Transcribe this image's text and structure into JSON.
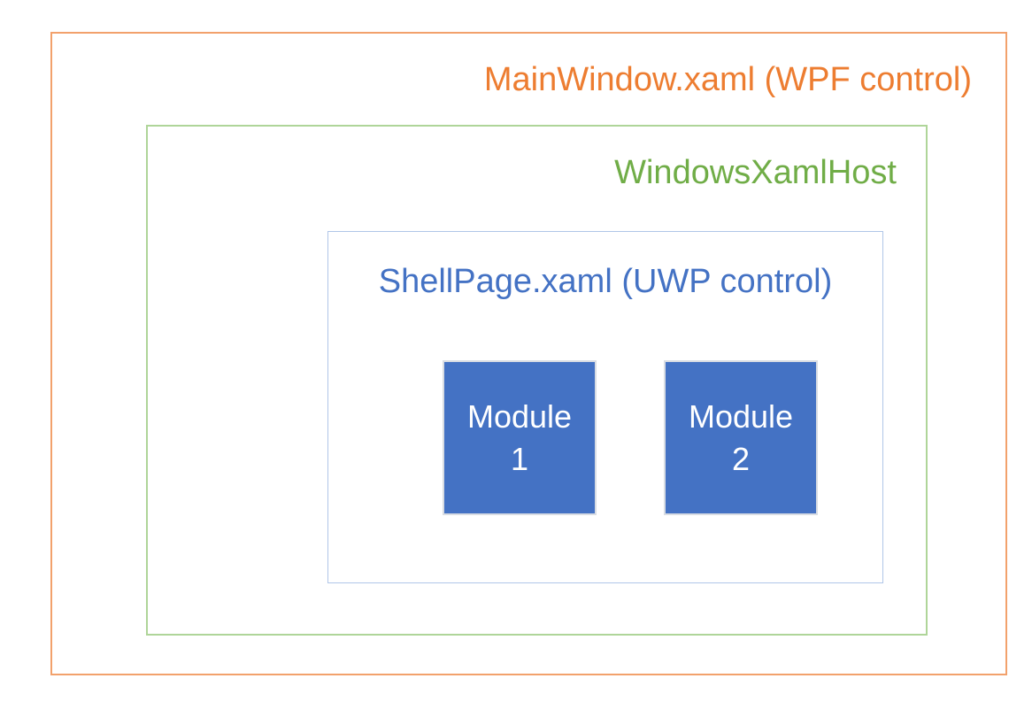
{
  "diagram": {
    "title": "XAML Islands nesting diagram",
    "mainwindow": {
      "label": "MainWindow.xaml (WPF control)",
      "text_color": "#ED7D31",
      "border_color": "#F2A16C"
    },
    "host": {
      "label": "WindowsXamlHost",
      "text_color": "#70AD47",
      "border_color": "#AFD599"
    },
    "shell": {
      "label": "ShellPage.xaml (UWP control)",
      "text_color": "#4472C4",
      "border_color": "#B0C6E8"
    },
    "modules": [
      {
        "line1": "Module",
        "line2": "1"
      },
      {
        "line1": "Module",
        "line2": "2"
      }
    ],
    "module_style": {
      "fill_color": "#4472C4",
      "border_color": "#D9DDE3",
      "text_color": "#FFFFFF"
    },
    "background_color": "#FFFFFF"
  }
}
